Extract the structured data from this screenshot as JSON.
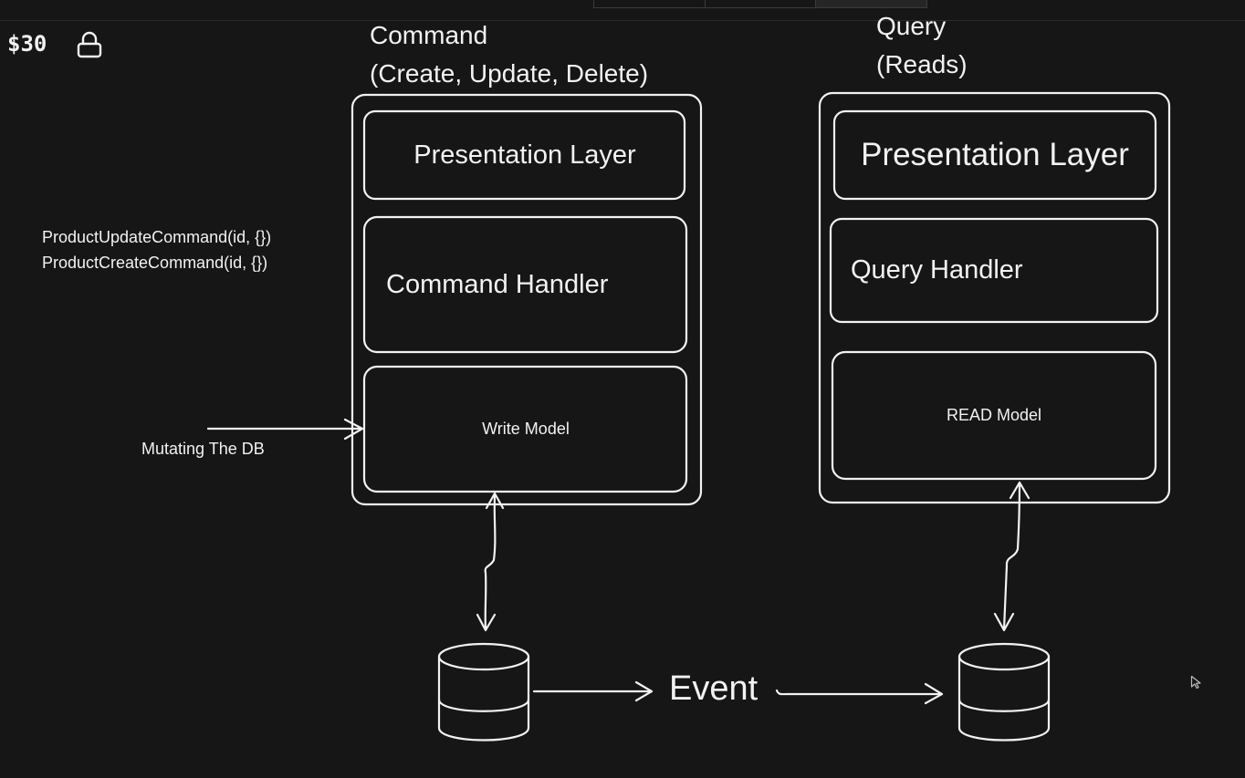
{
  "header": {
    "price": "$30",
    "lock_icon": "lock-icon"
  },
  "command_side": {
    "title_line1": "Command",
    "title_line2": "(Create, Update, Delete)",
    "presentation_label": "Presentation Layer",
    "handler_label": "Command Handler",
    "model_label": "Write Model"
  },
  "query_side": {
    "title_line1": "Query",
    "title_line2": "(Reads)",
    "presentation_label": "Presentation Layer",
    "handler_label": "Query Handler",
    "model_label": "READ Model"
  },
  "annotations": {
    "command_1": "ProductUpdateCommand(id, {})",
    "command_2": "ProductCreateCommand(id, {})",
    "mutating": "Mutating The DB"
  },
  "flow": {
    "event_label": "Event"
  },
  "colors": {
    "background": "#161616",
    "stroke": "#f2f2f2"
  }
}
